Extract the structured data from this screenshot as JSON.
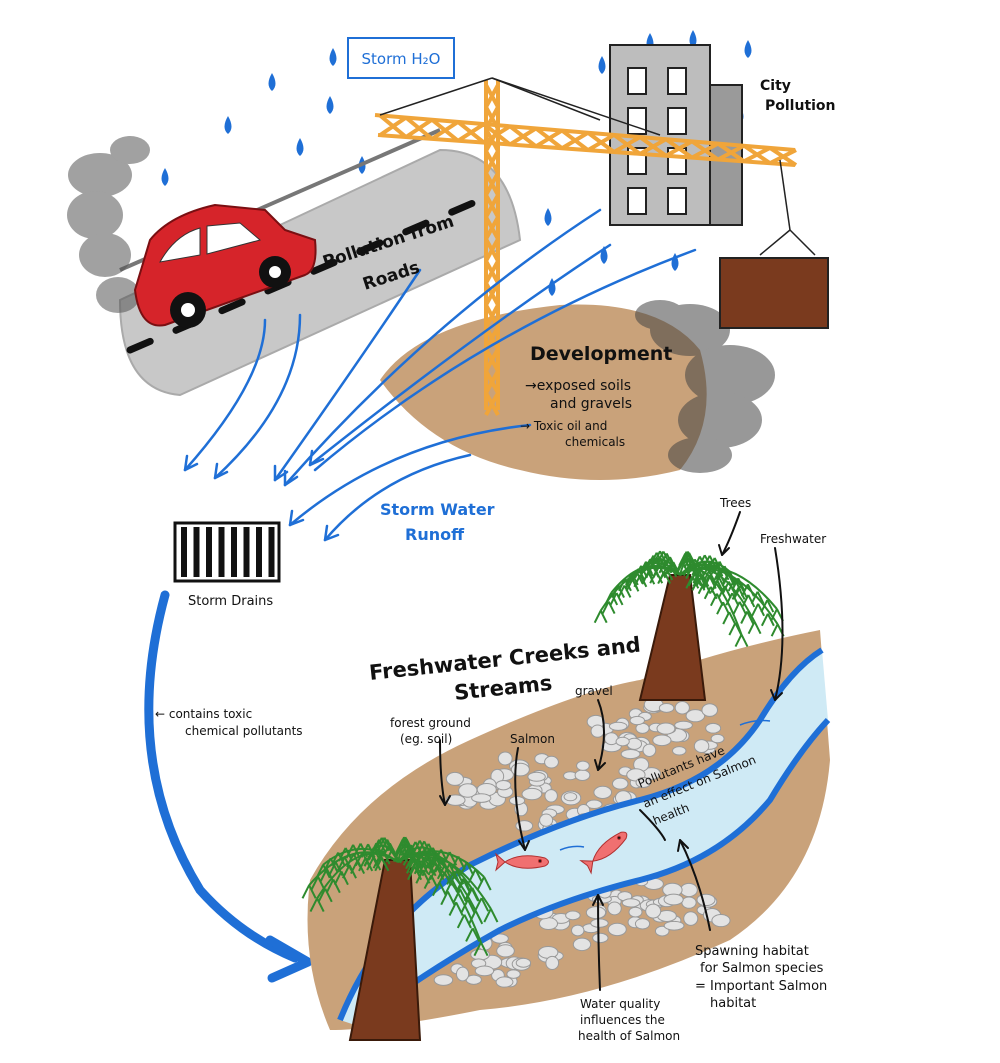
{
  "title_box": "Storm H₂O",
  "labels": {
    "city_pollution_line1": "City",
    "city_pollution_line2": "Pollution",
    "roads_line1": "Pollution from",
    "roads_line2": "Roads",
    "development": "Development",
    "dev_point1_line1": "→exposed soils",
    "dev_point1_line2": "and gravels",
    "dev_point2_line1": "→ Toxic oil and",
    "dev_point2_line2": "chemicals",
    "runoff_line1": "Storm Water",
    "runoff_line2": "Runoff",
    "storm_drains": "Storm Drains",
    "toxic_line1": "← contains toxic",
    "toxic_line2": "chemical pollutants",
    "creeks_line1": "Freshwater Creeks and",
    "creeks_line2": "Streams",
    "trees": "Trees",
    "freshwater": "Freshwater",
    "gravel": "gravel",
    "forest_line1": "forest ground",
    "forest_line2": "(eg. soil)",
    "salmon": "Salmon",
    "pollutants_line1": "Pollutants have",
    "pollutants_line2": "an effect on Salmon",
    "pollutants_line3": "health",
    "spawning_line1": "Spawning habitat",
    "spawning_line2": "for Salmon species",
    "spawning_line3": "= Important Salmon",
    "spawning_line4": "habitat",
    "water_line1": "Water quality",
    "water_line2": "influences the",
    "water_line3": "health of Salmon"
  },
  "colors": {
    "water_blue": "#1f6fd6",
    "road_grey": "#c8c8c8",
    "car_red": "#d6242a",
    "crane_orange": "#f0a53a",
    "soil_brown": "#c9a27a",
    "stream_blue": "#cfeaf5",
    "tree_trunk": "#7a3a1e",
    "fern_green": "#2e8b2e",
    "salmon": "#f07070"
  }
}
